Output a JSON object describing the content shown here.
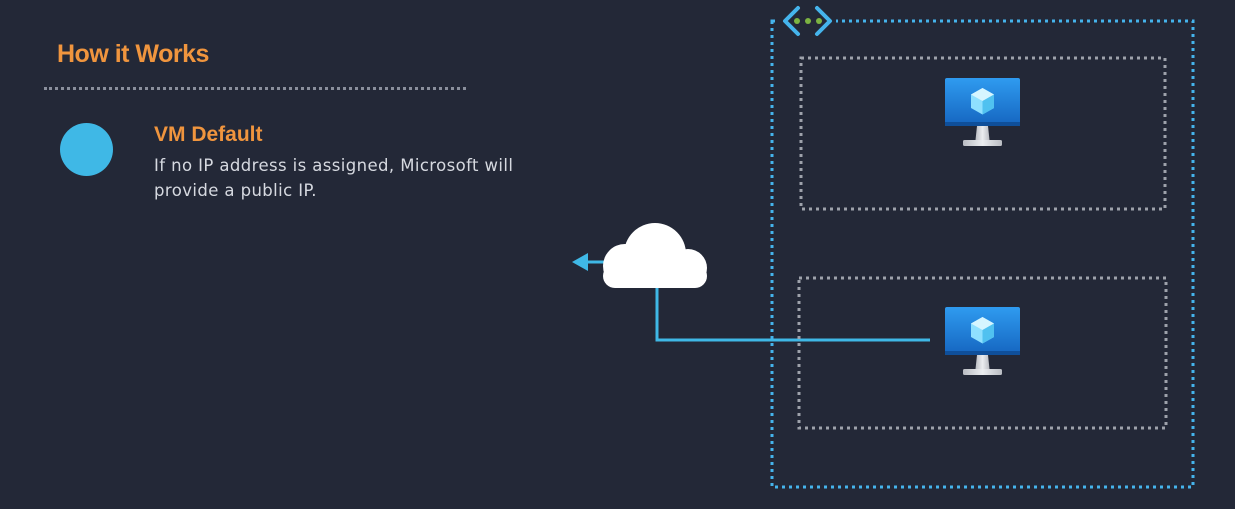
{
  "header": {
    "title": "How it Works"
  },
  "item": {
    "heading": "VM Default",
    "description": "If no IP address is assigned, Microsoft will provide a public IP."
  },
  "diagram": {
    "icons": {
      "vnet": "virtual-network-icon",
      "vm": "virtual-machine-icon",
      "internet": "cloud-icon",
      "outbound": "arrow-left-icon"
    },
    "virtual_machines": [
      "vm-subnet-1",
      "vm-subnet-2"
    ]
  },
  "colors": {
    "background": "#232837",
    "accent_orange": "#f0953e",
    "accent_blue": "#3fb8e6",
    "vnet_border": "#45b4ec",
    "subnet_border": "#9ea2ab",
    "vnet_dots": "#7cb342",
    "vm_screen": "#1e88e5",
    "vm_stand": "#d4d6da",
    "cloud": "#ffffff"
  }
}
